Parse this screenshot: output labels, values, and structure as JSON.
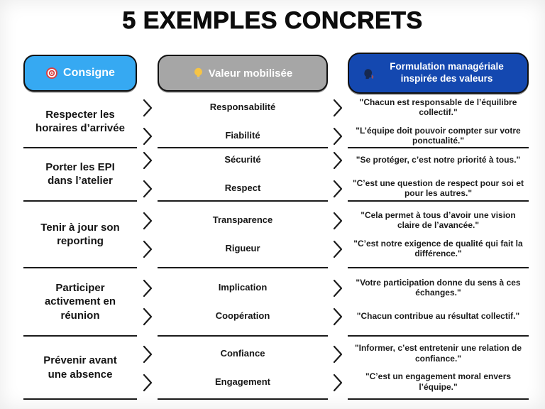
{
  "title": "5 EXEMPLES CONCRETS",
  "columns": {
    "consigne": {
      "label": "Consigne",
      "icon": "target-icon",
      "bg_color": "#36A9F2",
      "text_color": "#FFFFFF"
    },
    "valeur": {
      "label": "Valeur mobilisée",
      "icon": "lightbulb-icon",
      "bg_color": "#A6A6A6",
      "text_color": "#FFFFFF"
    },
    "formulation": {
      "label": "Formulation managériale inspirée des valeurs",
      "icon": "speaking-head-icon",
      "bg_color": "#1448B0",
      "text_color": "#FFFFFF"
    }
  },
  "rows": [
    {
      "consigne": "Respecter les horaires d’arrivée",
      "valeurs": [
        "Responsabilité",
        "Fiabilité"
      ],
      "formulations": [
        "\"Chacun est responsable de l’équilibre collectif.\"",
        "\"L’équipe doit pouvoir compter sur votre ponctualité.\""
      ]
    },
    {
      "consigne": "Porter les EPI dans l’atelier",
      "valeurs": [
        "Sécurité",
        "Respect"
      ],
      "formulations": [
        "\"Se protéger, c’est notre priorité à tous.\"",
        "\"C’est une question de respect pour soi et pour les autres.\""
      ]
    },
    {
      "consigne": "Tenir à jour son reporting",
      "valeurs": [
        "Transparence",
        "Rigueur"
      ],
      "formulations": [
        "\"Cela permet à tous d’avoir une vision claire de l’avancée.\"",
        "\"C’est notre exigence de qualité qui fait la différence.\""
      ]
    },
    {
      "consigne": "Participer activement en réunion",
      "valeurs": [
        "Implication",
        "Coopération"
      ],
      "formulations": [
        "\"Votre participation donne du sens à ces échanges.\"",
        "\"Chacun contribue au résultat collectif.\""
      ]
    },
    {
      "consigne": "Prévenir avant une absence",
      "valeurs": [
        "Confiance",
        "Engagement"
      ],
      "formulations": [
        "\"Informer, c’est entretenir une relation de confiance.\"",
        "\"C’est un engagement moral envers l’équipe.\""
      ]
    }
  ],
  "separator_color": "#1B1B1B"
}
